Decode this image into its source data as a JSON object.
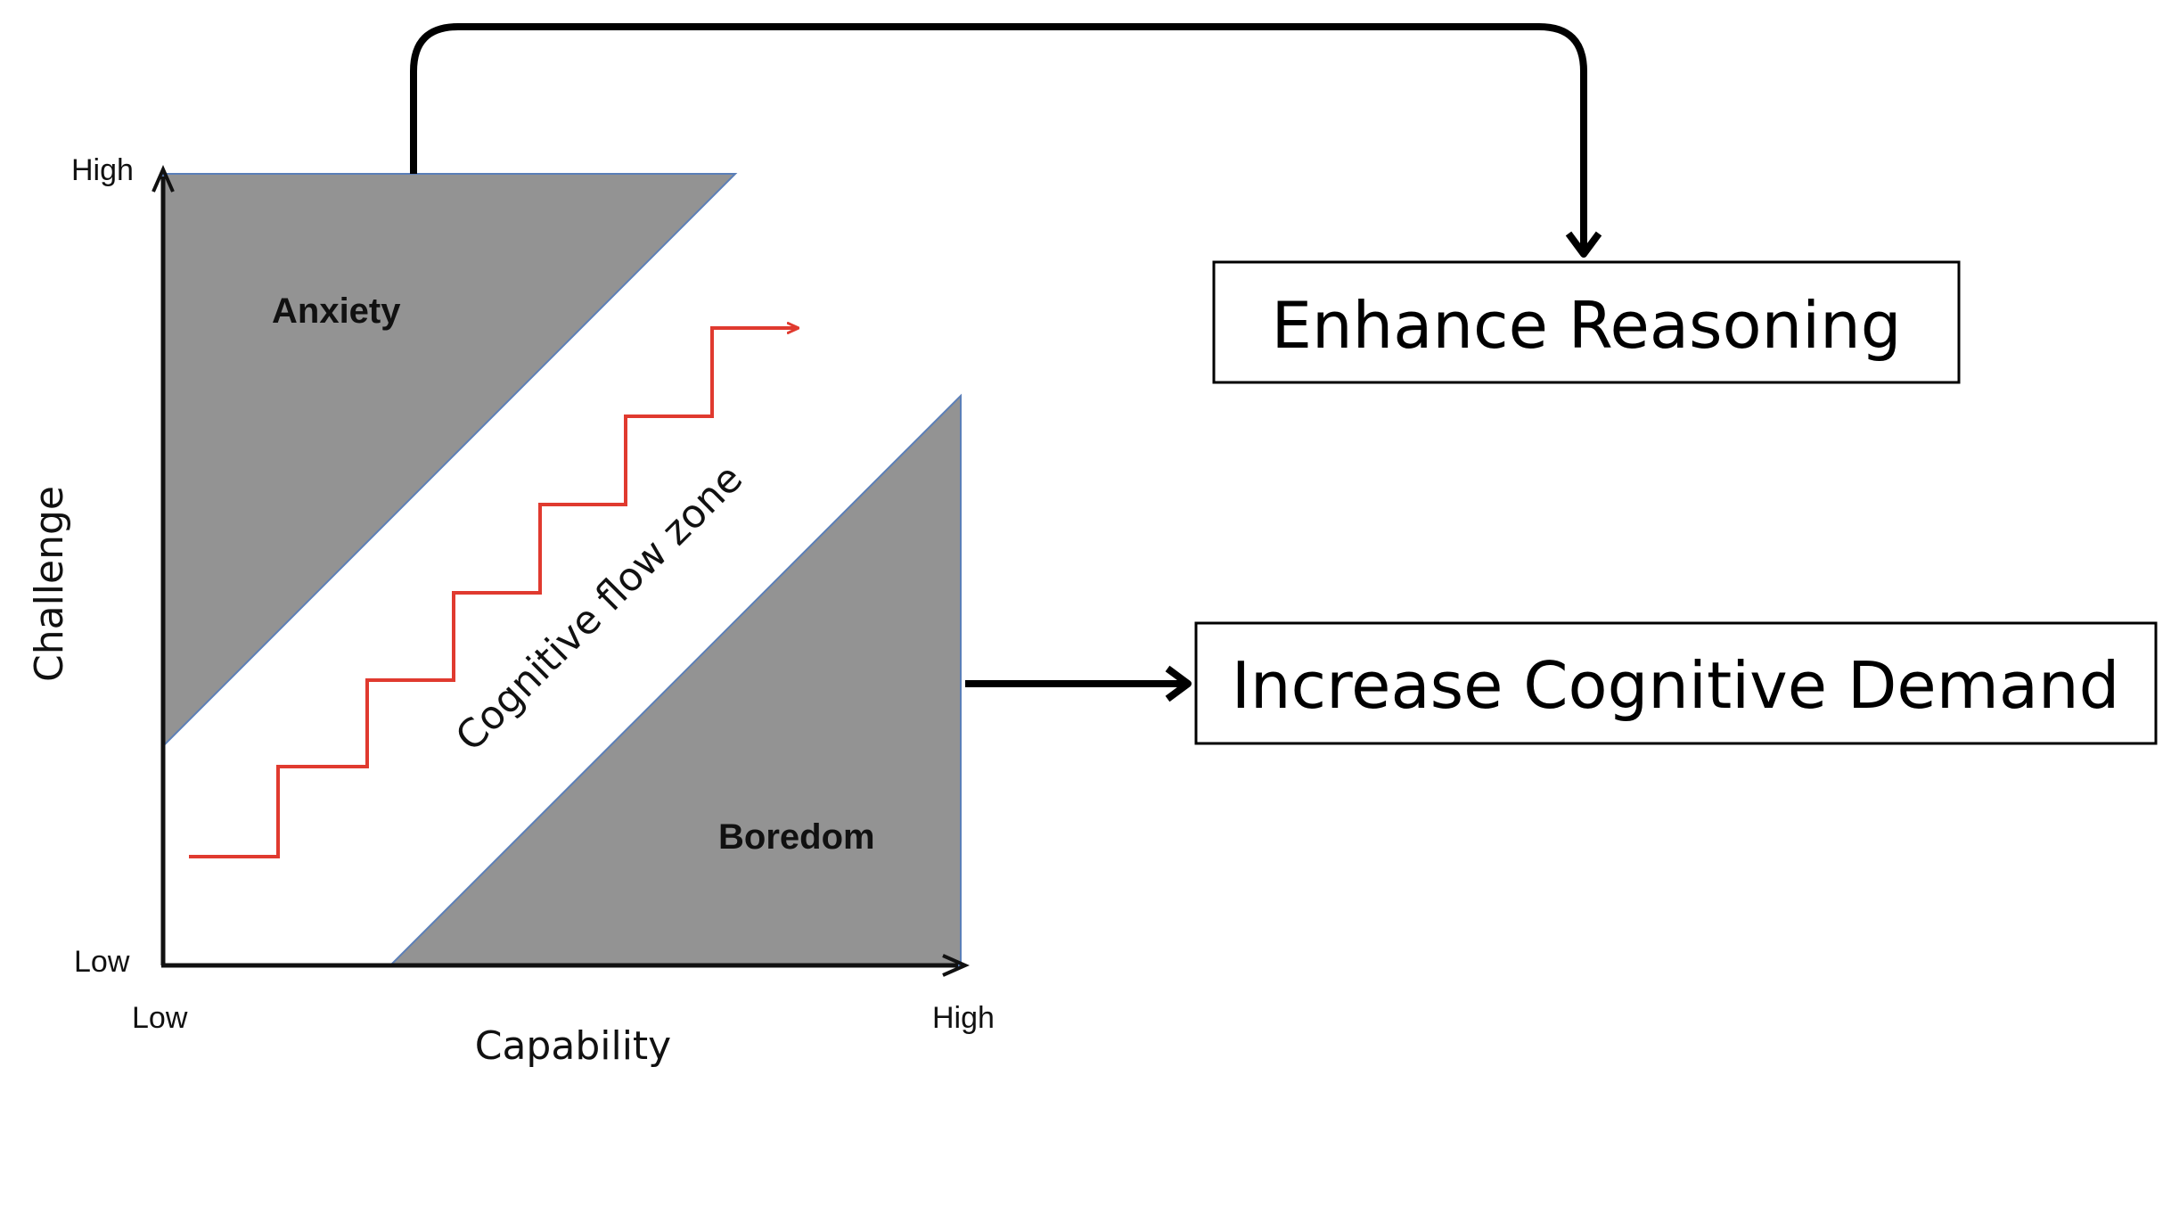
{
  "diagram": {
    "y_axis": {
      "title": "Challenge",
      "high_label": "High",
      "low_label": "Low"
    },
    "x_axis": {
      "title": "Capability",
      "low_label": "Low",
      "high_label": "High"
    },
    "regions": {
      "anxiety": "Anxiety",
      "flow": "Cognitive flow zone",
      "boredom": "Boredom"
    },
    "boxes": {
      "enhance": "Enhance Reasoning",
      "increase": "Increase Cognitive Demand"
    },
    "colors": {
      "region_fill": "#939393",
      "region_edge": "#5b7fb8",
      "staircase": "#e03a2f",
      "axis": "#111111",
      "connector": "#000000"
    }
  }
}
